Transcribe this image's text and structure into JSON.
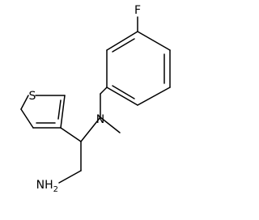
{
  "molecule": {
    "atoms": {
      "fluorine": "F",
      "nitrogen": "N",
      "amine": "NH",
      "amine_subscript": "2",
      "sulfur": "S"
    }
  }
}
